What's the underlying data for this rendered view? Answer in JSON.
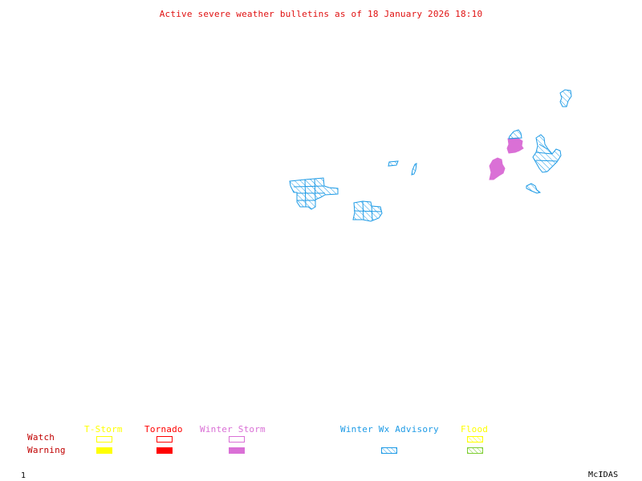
{
  "title": "Active severe weather bulletins as of 18 January 2026 18:10",
  "colors": {
    "title": "#e01010",
    "row_label": "#c00000",
    "tstorm": "#ffff00",
    "tornado": "#ff0000",
    "winter_storm": "#da70d6",
    "winter_wx_advisory": "#1e9be6",
    "flood_watch": "#ffff00",
    "flood_warning": "#7ccd30"
  },
  "legend": {
    "row_labels": {
      "watch": "Watch",
      "warning": "Warning"
    },
    "categories": [
      {
        "id": "tstorm",
        "label": "T-Storm",
        "watch": "outline",
        "warning": "filled"
      },
      {
        "id": "tornado",
        "label": "Tornado",
        "watch": "outline",
        "warning": "filled"
      },
      {
        "id": "winter_storm",
        "label": "Winter Storm",
        "watch": "outline",
        "warning": "filled"
      },
      {
        "id": "winter_wx_advisory",
        "label": "Winter Wx Advisory",
        "watch": "none",
        "warning": "hatched"
      },
      {
        "id": "flood",
        "label": "Flood",
        "watch": "hatched",
        "warning": "hatched"
      }
    ]
  },
  "map_regions": [
    {
      "type": "winter_wx_advisory",
      "area": "central-west cluster"
    },
    {
      "type": "winter_wx_advisory",
      "area": "central cluster"
    },
    {
      "type": "winter_wx_advisory",
      "area": "small central-east patch"
    },
    {
      "type": "winter_wx_advisory",
      "area": "small central-east sliver"
    },
    {
      "type": "winter_storm",
      "area": "northeast upper"
    },
    {
      "type": "winter_storm",
      "area": "northeast lower"
    },
    {
      "type": "winter_wx_advisory",
      "area": "northeast cap"
    },
    {
      "type": "winter_wx_advisory",
      "area": "northeast large"
    },
    {
      "type": "winter_wx_advisory",
      "area": "northeast small"
    },
    {
      "type": "winter_wx_advisory",
      "area": "far northeast"
    }
  ],
  "footer": {
    "frame_number": "1",
    "brand": "McIDAS"
  }
}
